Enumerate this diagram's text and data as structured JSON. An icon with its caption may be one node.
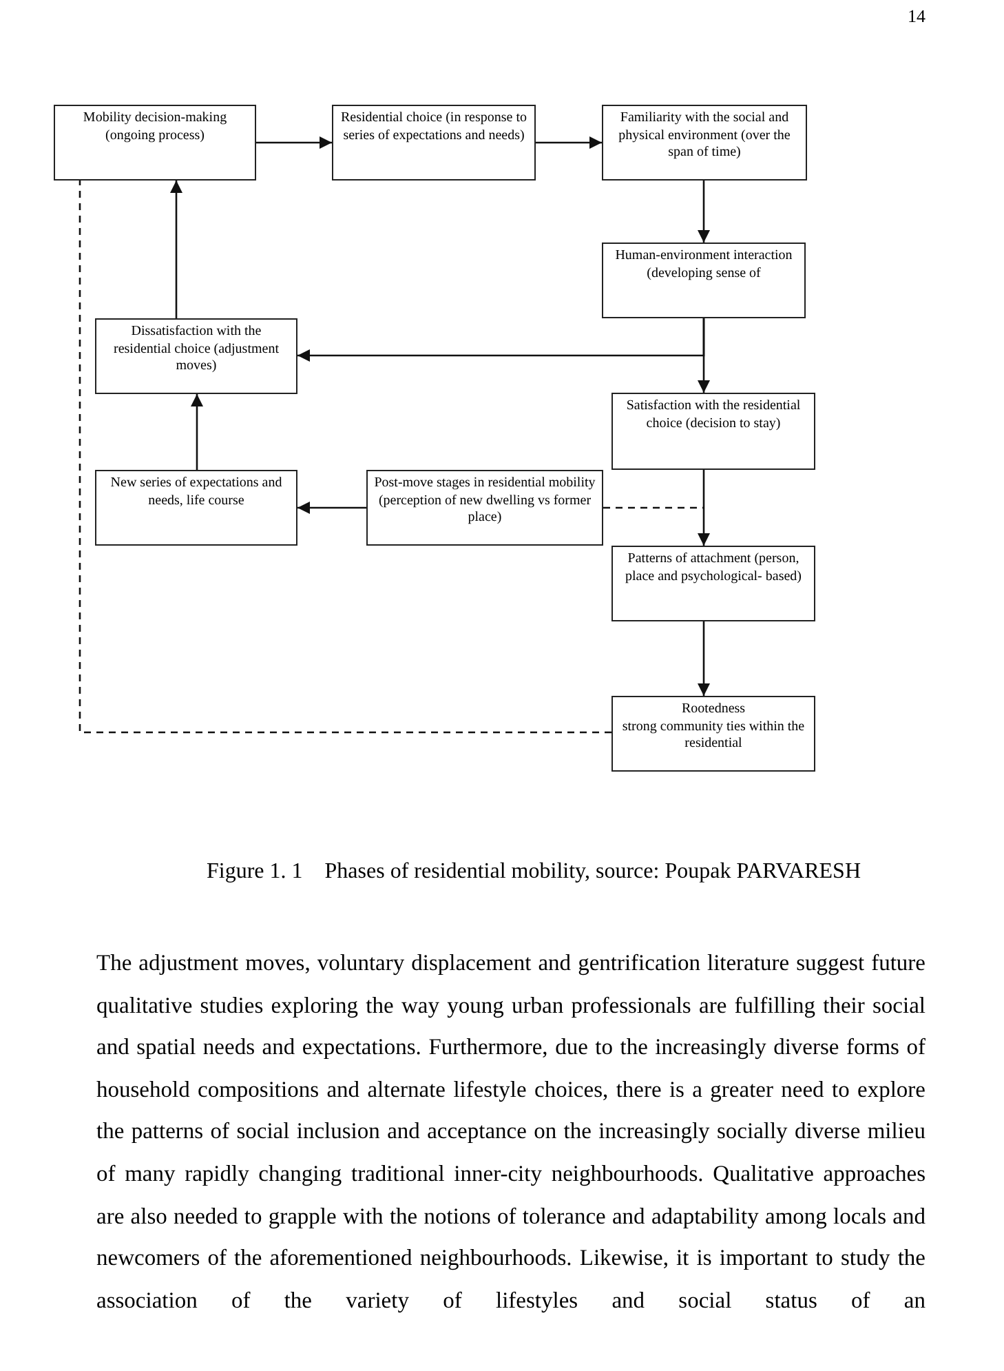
{
  "diagram": {
    "caption": "Figure 1. 1    Phases of residential mobility, source: Poupak PARVARESH",
    "nodes": [
      {
        "text": [
          "Mobility decision-making (ongoing process)"
        ]
      },
      {
        "text": [
          "Residential choice (in response to series of expectations and needs)"
        ]
      },
      {
        "text": [
          "Familiarity with the social and physical environment (over the span of time)"
        ]
      },
      {
        "text": [
          "Human-environment interaction (developing sense of"
        ]
      },
      {
        "text": [
          "Dissatisfaction with the residential choice (adjustment moves)"
        ]
      },
      {
        "text": [
          "Satisfaction with the residential choice (decision to stay)"
        ]
      },
      {
        "text": [
          "New series of expectations and needs, life course"
        ]
      },
      {
        "text": [
          "Post-move stages in residential mobility (perception of new dwelling vs former place)"
        ]
      },
      {
        "text": [
          "Patterns of attachment (person, place and psychological- based)"
        ]
      },
      {
        "text": [
          "Rootedness",
          "strong community ties within the residential"
        ]
      }
    ],
    "edges": [
      {
        "from": 0,
        "to": 1,
        "arrow": "to"
      },
      {
        "from": 1,
        "to": 2,
        "arrow": "to"
      },
      {
        "from": 2,
        "to": 3,
        "arrow": "to"
      },
      {
        "from": 3,
        "to": 5,
        "arrow": "to"
      },
      {
        "from": 3,
        "to": 4,
        "arrow": "to"
      },
      {
        "from": 4,
        "to": 0,
        "arrow": "to"
      },
      {
        "from": 6,
        "to": 4,
        "arrow": "to"
      },
      {
        "from": 7,
        "to": 6,
        "arrow": "to"
      },
      {
        "from": 5,
        "to": 8,
        "arrow": "to"
      },
      {
        "from": 7,
        "to": 5,
        "arrow": "none",
        "style": "dashed"
      },
      {
        "from": 8,
        "to": 9,
        "arrow": "to"
      },
      {
        "from": 9,
        "to": 0,
        "arrow": "none",
        "style": "dashed"
      }
    ],
    "labels": [
      "14",
      "The adjustment moves, voluntary displacement and gentrification literature suggest future qualitative studies exploring the way young urban professionals are fulfilling their social and spatial needs and expectations. Furthermore, due to the increasingly diverse forms of household compositions and alternate lifestyle choices, there is a greater need to explore the patterns of social inclusion and acceptance on the increasingly socially diverse milieu of many rapidly changing traditional inner-city neighbourhoods. Qualitative approaches are also needed to grapple with the notions of tolerance and adaptability among locals and newcomers of the aforementioned neighbourhoods. Likewise, it is important to study the association of the variety of lifestyles and social status of an"
    ]
  }
}
